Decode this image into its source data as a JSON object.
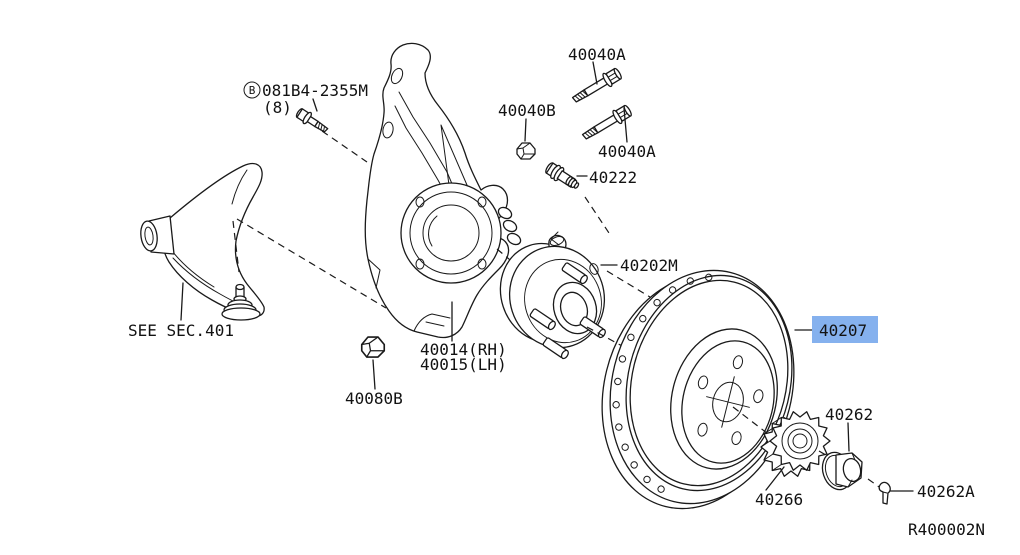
{
  "diagram": {
    "ref_code": "R400002N",
    "colors": {
      "line": "#1a1a1a",
      "background": "#ffffff",
      "highlight_bg": "#85b1ee",
      "highlight_text": "#1a2440"
    }
  },
  "callouts": {
    "bolt_b": {
      "prefix": "B",
      "code": "081B4-2355M",
      "qty": "(8)"
    },
    "bolt_upper": "40040A",
    "bolt_lower": "40040A",
    "nut_small": "40040B",
    "bolt_hub": "40222",
    "hub_assembly": "40202M",
    "see_section": "SEE SEC.401",
    "knuckle_rh": "40014(RH)",
    "knuckle_lh": "40015(LH)",
    "nut_knuckle": "40080B",
    "rotor": "40207",
    "lock_washer": "40266",
    "hub_nut": "40262",
    "clip": "40262A"
  }
}
